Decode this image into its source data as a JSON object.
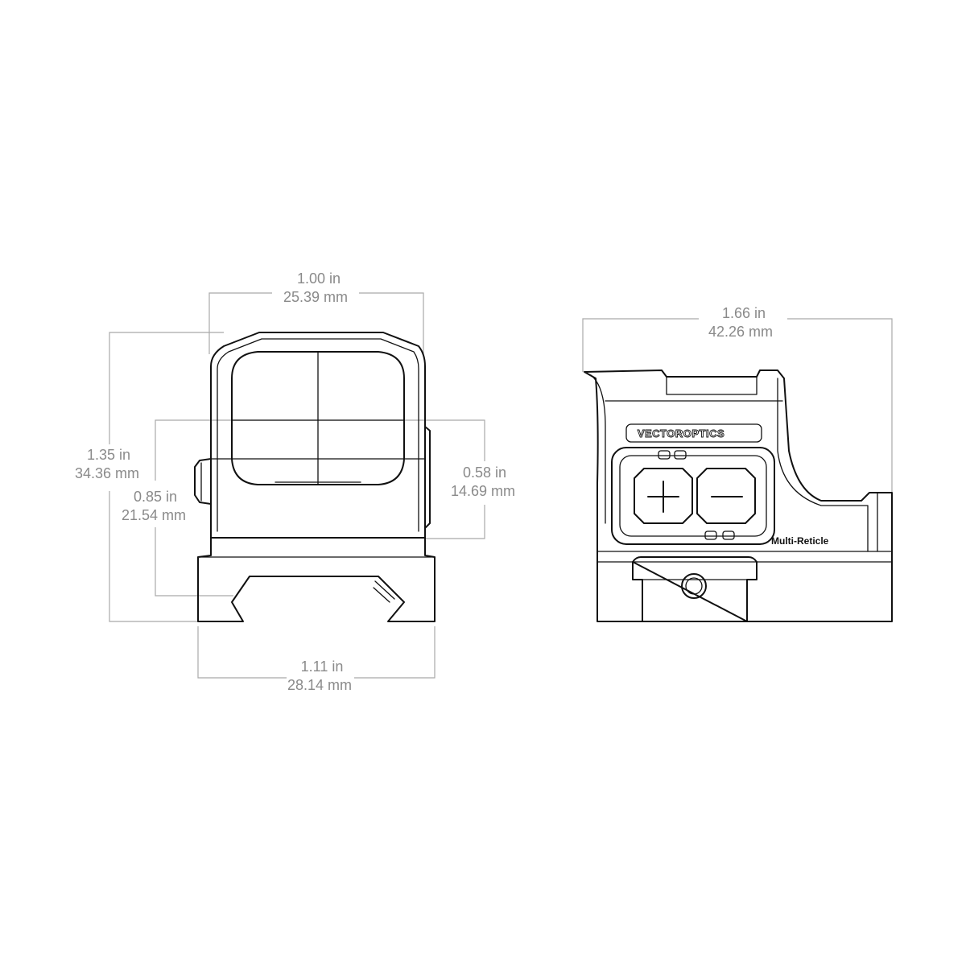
{
  "front_view": {
    "top_width": {
      "imperial": "1.00 in",
      "metric": "25.39 mm"
    },
    "total_height": {
      "imperial": "1.35 in",
      "metric": "34.36 mm"
    },
    "optical_center_height": {
      "imperial": "0.85 in",
      "metric": "21.54 mm"
    },
    "window_height": {
      "imperial": "0.58 in",
      "metric": "14.69 mm"
    },
    "base_width": {
      "imperial": "1.11 in",
      "metric": "28.14 mm"
    }
  },
  "side_view": {
    "total_length": {
      "imperial": "1.66 in",
      "metric": "42.26 mm"
    },
    "brand_label": "VECTOROPTICS",
    "reticle_label": "Multi-Reticle"
  },
  "colors": {
    "drawing": "#111111",
    "dimension": "#8a8a8a",
    "background": "#ffffff"
  },
  "icons": [
    "plus-button-icon",
    "minus-button-icon",
    "mount-screw-icon"
  ]
}
